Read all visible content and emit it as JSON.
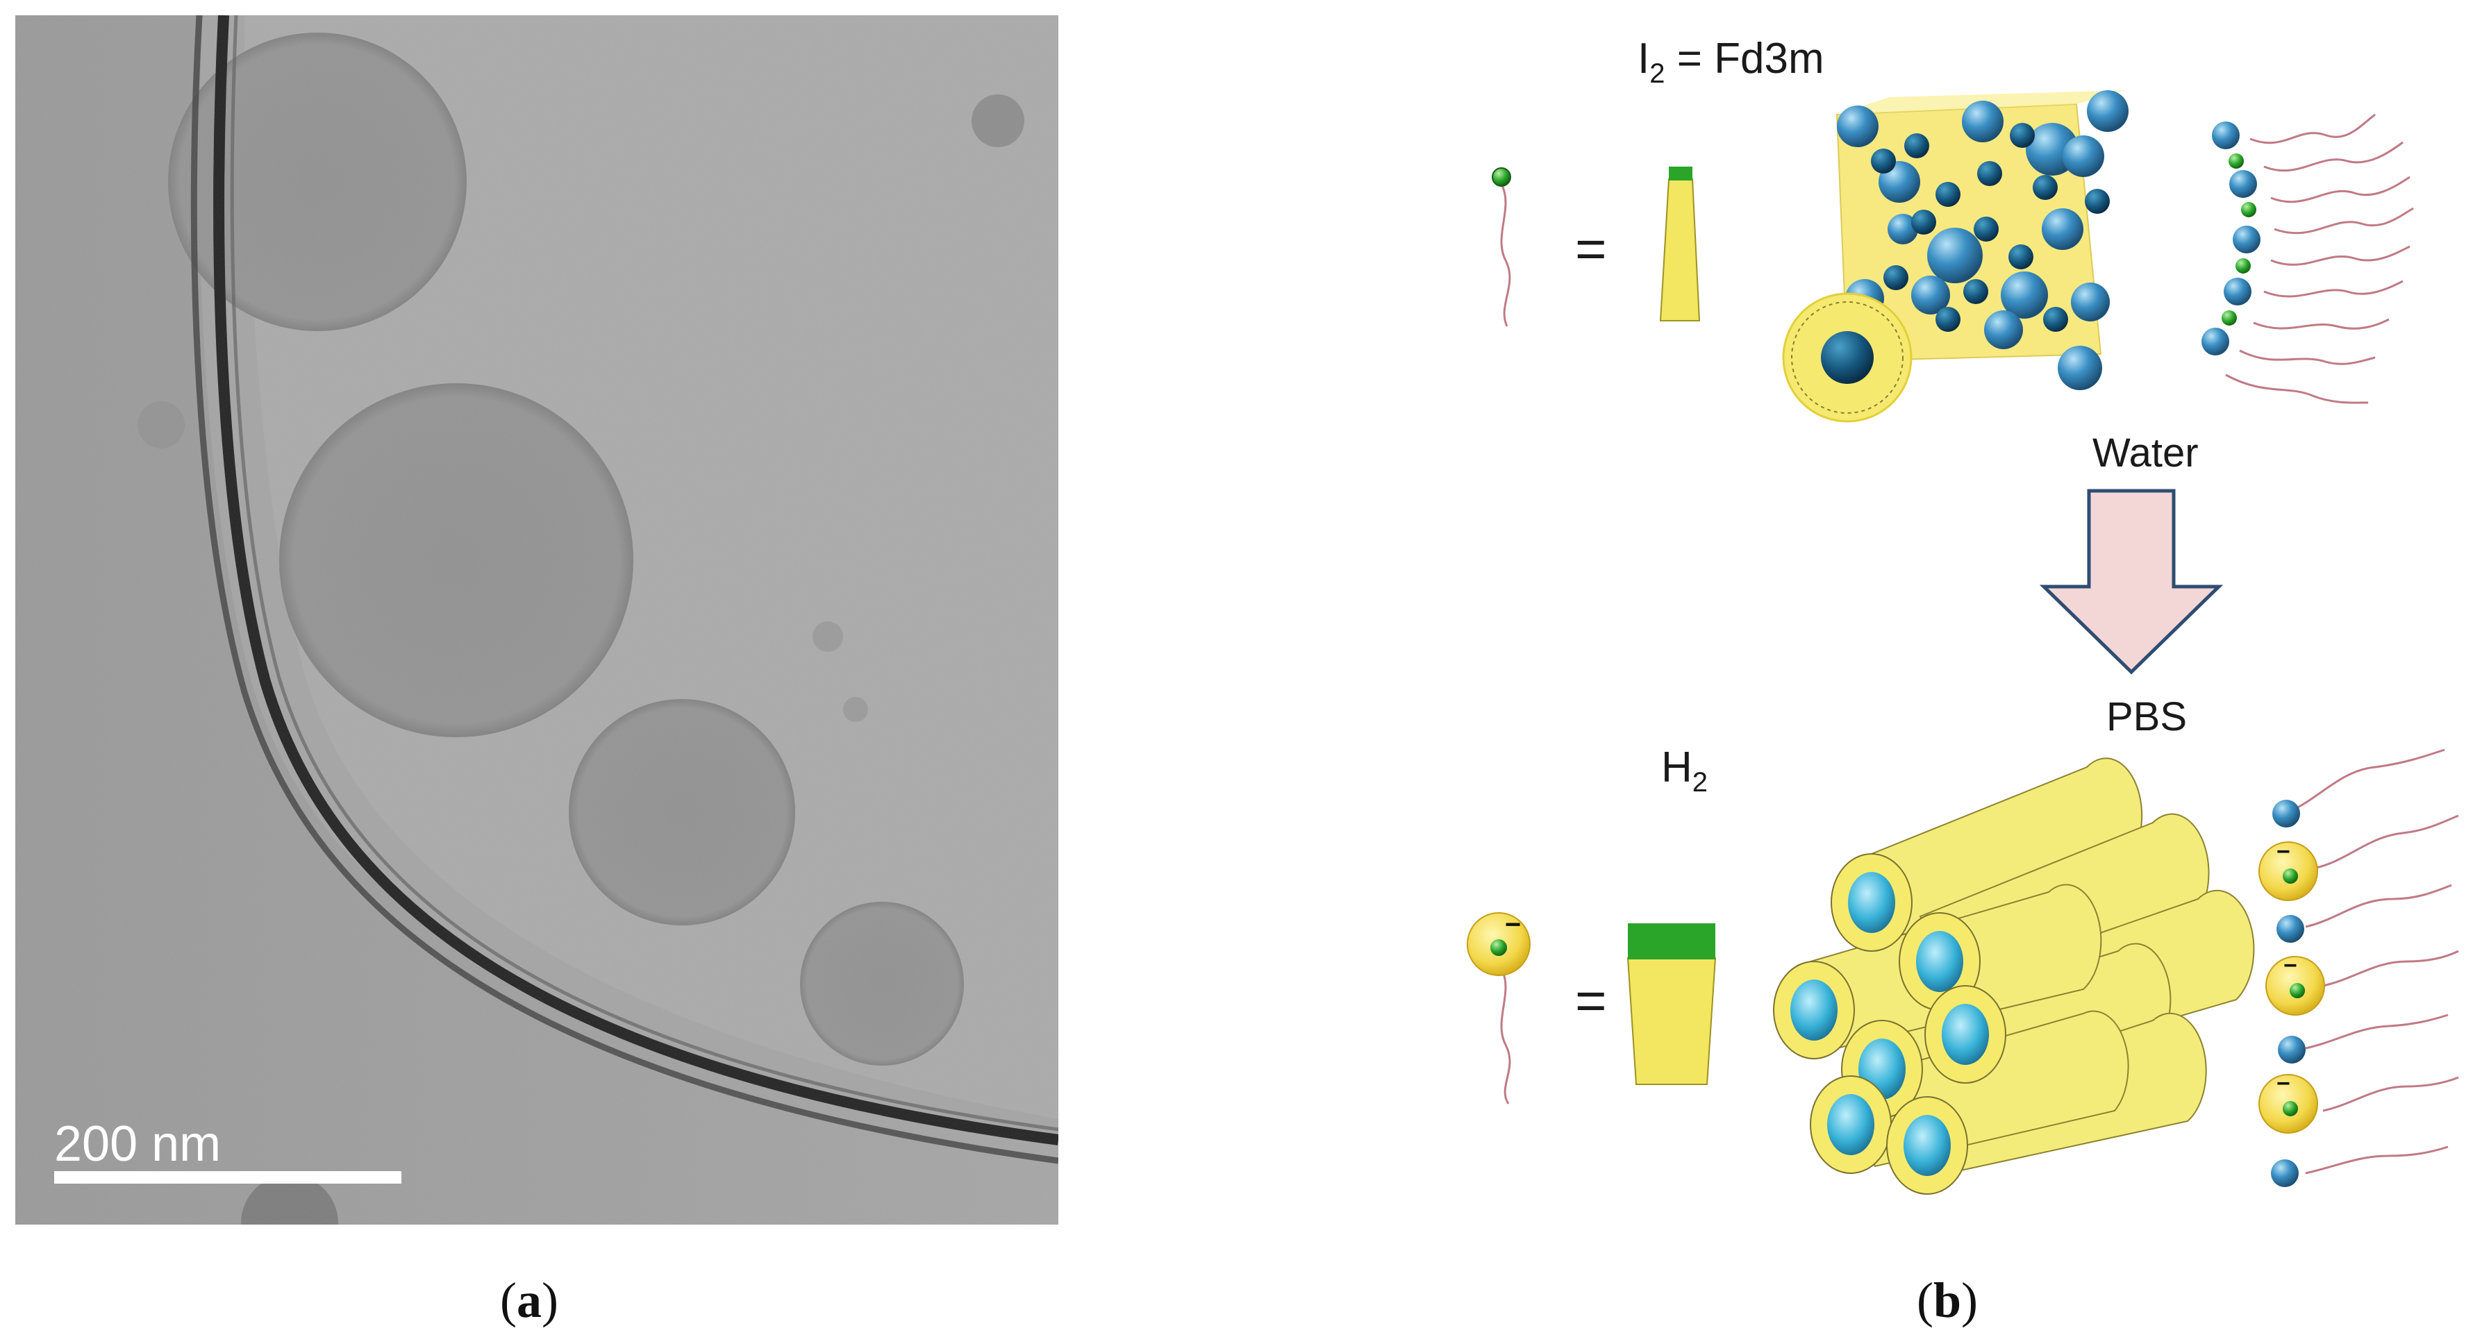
{
  "panel_a": {
    "scale_bar_label": "200 nm"
  },
  "panel_b": {
    "i2_symbol": "I",
    "i2_subscript": "2",
    "i2_rest": " = Fd3m",
    "equals_top": "=",
    "water_label": "Water",
    "pbs_label": "PBS",
    "h2_symbol": "H",
    "h2_subscript": "2",
    "equals_bottom": "=",
    "charge_sign": "−"
  },
  "captions": {
    "a_open": "(",
    "a_letter": "a",
    "a_close": ")",
    "b_open": "(",
    "b_letter": "b",
    "b_close": ")"
  },
  "colors": {
    "micrograph_bg": "#9a9a9a",
    "yellow": "#f3e660",
    "green": "#2aa52a",
    "blue_sphere": "#3a8fc4",
    "arrow_fill": "#f3d6d6",
    "arrow_stroke": "#2f4d72",
    "tail": "#c07a86"
  }
}
